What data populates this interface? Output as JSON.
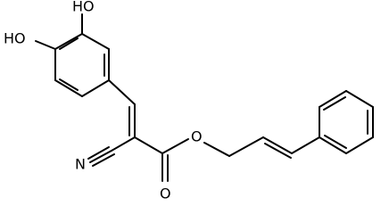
{
  "molecule": {
    "atom_labels": {
      "hydroxyl_top": "HO",
      "hydroxyl_left": "HO",
      "nitrile_nitrogen": "N",
      "ester_oxygen": "O",
      "carbonyl_oxygen": "O"
    }
  },
  "colors": {
    "bond": "#000000",
    "label": "#000000",
    "background": "#ffffff"
  }
}
